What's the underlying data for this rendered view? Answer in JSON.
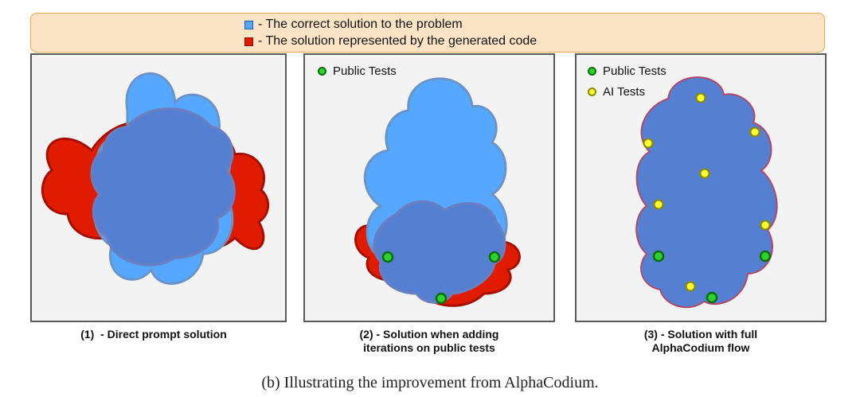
{
  "legend": {
    "items": [
      {
        "color": "#55a7ff",
        "label": "- The correct solution to the problem"
      },
      {
        "color": "#e11b00",
        "label": "- The solution represented by the generated code"
      }
    ]
  },
  "panels": [
    {
      "caption": "(1)  - Direct prompt solution"
    },
    {
      "legend": [
        "Public Tests"
      ],
      "caption_line1": "(2) - Solution when adding",
      "caption_line2": "iterations on public tests"
    },
    {
      "legend": [
        "Public Tests",
        "AI Tests"
      ],
      "caption_line1": "(3) - Solution with full",
      "caption_line2": "AlphaCodium flow"
    }
  ],
  "figure_caption": "(b) Illustrating the improvement from AlphaCodium.",
  "colors": {
    "correct_solution": "#55a7ff",
    "generated_solution": "#e11b00",
    "overlap": "#5580d2",
    "public_test": "#2ed12e",
    "ai_test": "#ffff30"
  }
}
